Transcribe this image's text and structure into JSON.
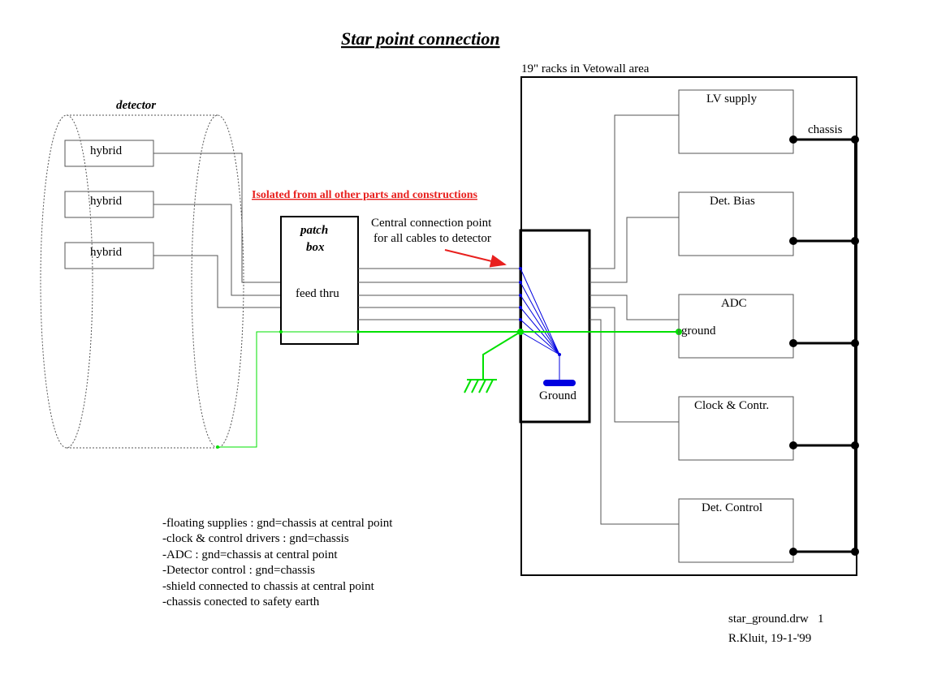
{
  "title": "Star point connection",
  "detector": {
    "label": "detector",
    "hybrids": [
      "hybrid",
      "hybrid",
      "hybrid"
    ]
  },
  "patch_box": {
    "label_line1": "patch",
    "label_line2": "box",
    "feed_thru": "feed thru"
  },
  "isolation_note": "Isolated from all other parts and constructions",
  "central_point": {
    "line1": "Central connection point",
    "line2": "for all cables to detector"
  },
  "rack": {
    "title": "19\" racks in Vetowall area",
    "chassis_label": "chassis",
    "ground_label": "Ground",
    "adc_ground_label": "ground",
    "modules": [
      "LV supply",
      "Det. Bias",
      "ADC",
      "Clock & Contr.",
      "Det. Control"
    ]
  },
  "notes": [
    "-floating supplies : gnd=chassis at central point",
    "-clock & control drivers : gnd=chassis",
    "-ADC : gnd=chassis at central point",
    "-Detector control : gnd=chassis",
    "-shield connected to chassis at central point",
    "-chassis conected to safety earth"
  ],
  "footer": {
    "filename": "star_ground.drw   1",
    "author_date": "R.Kluit, 19-1-'99"
  },
  "colors": {
    "ground_wire": "#00e000",
    "star_wires": "#0000e0",
    "isolation_text": "#e8201e"
  }
}
